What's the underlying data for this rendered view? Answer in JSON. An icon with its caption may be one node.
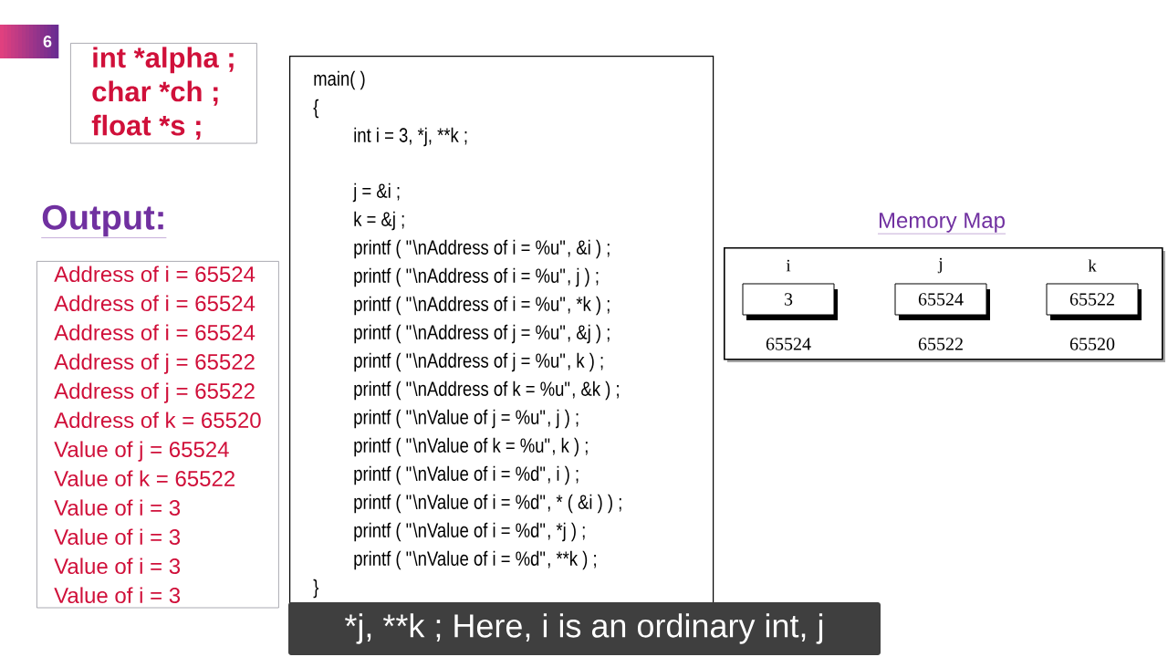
{
  "diagram": {
    "nodes": [
      {
        "text": [
          "6"
        ]
      },
      {
        "text": [
          "int *alpha ;",
          "char *ch ;",
          "float *s ;"
        ]
      },
      {
        "text": [
          "Output:",
          "Address of i = 65524",
          "Address of i = 65524",
          "Address of i = 65524",
          "Address of j = 65522",
          "Address of j = 65522",
          "Address of k = 65520",
          "Value of j = 65524",
          "Value of k = 65522",
          "Value of i = 3",
          "Value of i = 3",
          "Value of i = 3",
          "Value of i = 3"
        ]
      },
      {
        "text": [
          "main( )",
          "{",
          "int  i = 3, *j, **k ;",
          "j = &i ;",
          "k = &j ;",
          "printf ( \"\\nAddress of i = %u\", &i ) ;",
          "printf ( \"\\nAddress of i = %u\", j ) ;",
          "printf ( \"\\nAddress of i = %u\", *k ) ;",
          "printf ( \"\\nAddress of j = %u\", &j ) ;",
          "printf ( \"\\nAddress of j = %u\", k ) ;",
          "printf ( \"\\nAddress of k = %u\", &k ) ;",
          "printf ( \"\\nValue of j  = %u\", j ) ;",
          "printf ( \"\\nValue of k  = %u\", k ) ;",
          "printf ( \"\\nValue of i  = %d\", i ) ;",
          "printf ( \"\\nValue of i  = %d\", * ( &i ) ) ;",
          "printf ( \"\\nValue of i  = %d\", *j ) ;",
          "printf ( \"\\nValue of i  = %d\", **k ) ;",
          "}"
        ]
      },
      {
        "text": [
          "Memory Map"
        ]
      },
      {
        "text": [
          "i",
          "3"
        ],
        "beside": [
          "65524"
        ],
        "in": 4
      },
      {
        "text": [
          "j",
          "65524"
        ],
        "beside": [
          "65522"
        ],
        "in": 4
      },
      {
        "text": [
          "k",
          "65522"
        ],
        "beside": [
          "65520"
        ],
        "in": 4
      },
      {
        "text": [
          "*j, **k ; Here, i is an ordinary int, j"
        ]
      }
    ]
  }
}
